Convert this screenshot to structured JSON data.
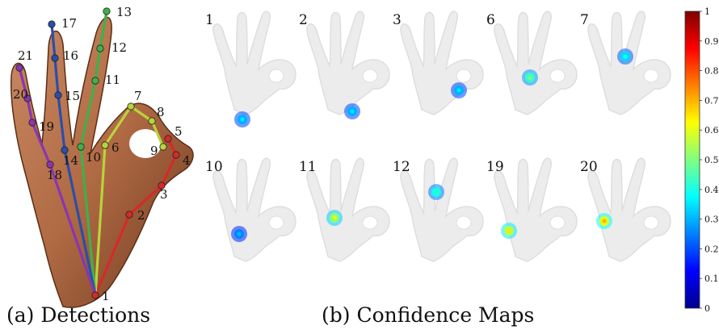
{
  "captions": {
    "detections": "(a) Detections",
    "confidence_maps": "(b) Confidence Maps"
  },
  "keypoints": [
    {
      "id": "1",
      "label": "1"
    },
    {
      "id": "2",
      "label": "2"
    },
    {
      "id": "3",
      "label": "3"
    },
    {
      "id": "4",
      "label": "4"
    },
    {
      "id": "5",
      "label": "5"
    },
    {
      "id": "6",
      "label": "6"
    },
    {
      "id": "7",
      "label": "7"
    },
    {
      "id": "8",
      "label": "8"
    },
    {
      "id": "9",
      "label": "9"
    },
    {
      "id": "10",
      "label": "10"
    },
    {
      "id": "11",
      "label": "11"
    },
    {
      "id": "12",
      "label": "12"
    },
    {
      "id": "13",
      "label": "13"
    },
    {
      "id": "14",
      "label": "14"
    },
    {
      "id": "15",
      "label": "15"
    },
    {
      "id": "16",
      "label": "16"
    },
    {
      "id": "17",
      "label": "17"
    },
    {
      "id": "18",
      "label": "18"
    },
    {
      "id": "19",
      "label": "19"
    },
    {
      "id": "20",
      "label": "20"
    },
    {
      "id": "21",
      "label": "21"
    }
  ],
  "limb_colors": {
    "thumb": "#d42a2a",
    "index": "#b8d43a",
    "middle": "#3fb04a",
    "ring": "#2a4fa8",
    "pinky": "#8a35b0"
  },
  "maps": [
    {
      "label": "1",
      "peak": 0.35
    },
    {
      "label": "2",
      "peak": 0.35
    },
    {
      "label": "3",
      "peak": 0.35
    },
    {
      "label": "6",
      "peak": 0.5
    },
    {
      "label": "7",
      "peak": 0.4
    },
    {
      "label": "10",
      "peak": 0.3
    },
    {
      "label": "11",
      "peak": 0.6
    },
    {
      "label": "12",
      "peak": 0.45
    },
    {
      "label": "19",
      "peak": 0.65
    },
    {
      "label": "20",
      "peak": 0.7
    }
  ],
  "colorbar": {
    "ticks": [
      "1",
      "0.9",
      "0.8",
      "0.7",
      "0.6",
      "0.5",
      "0.4",
      "0.3",
      "0.2",
      "0.1",
      "0"
    ],
    "stops": [
      "#7f0000",
      "#ff0000",
      "#ff8000",
      "#ffff00",
      "#80ff80",
      "#00ffff",
      "#0080ff",
      "#0000ff",
      "#00008f"
    ]
  }
}
